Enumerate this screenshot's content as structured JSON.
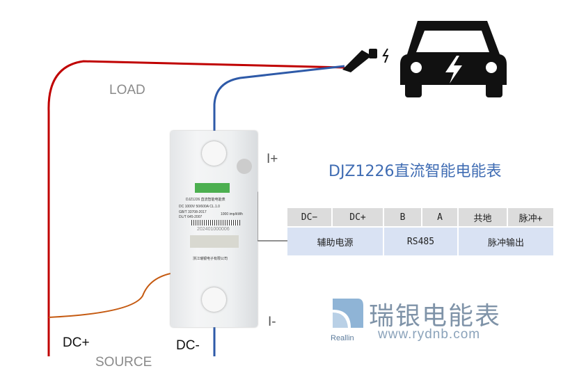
{
  "title": "DJZ1226直流智能电能表",
  "labels": {
    "load": "LOAD",
    "source": "SOURCE",
    "dc_plus": "DC+",
    "dc_minus": "DC-",
    "i_plus": "I+",
    "i_minus": "I-"
  },
  "table": {
    "headers": [
      "DC−",
      "DC+",
      "B",
      "A",
      "共地",
      "脉冲+"
    ],
    "row": [
      "辅助电源",
      "RS485",
      "脉冲输出"
    ]
  },
  "meter": {
    "model": "DJZ1226 直流智能电能表",
    "rating": "DC 1000V  50/600A  CL.1.0",
    "std1": "GB/T 33708-2017",
    "std2": "DL/T 645-2007",
    "const": "1000 imp/kWh",
    "serial": "202401000006",
    "maker": "浙江瑞银电子有限公司"
  },
  "logo": {
    "cn": "瑞银电能表",
    "en": "Reallin",
    "url": "www.rydnb.com"
  },
  "colors": {
    "red": "#c00000",
    "blue": "#2e5aa8",
    "orange": "#c55a11",
    "title": "#3f6cb3"
  }
}
